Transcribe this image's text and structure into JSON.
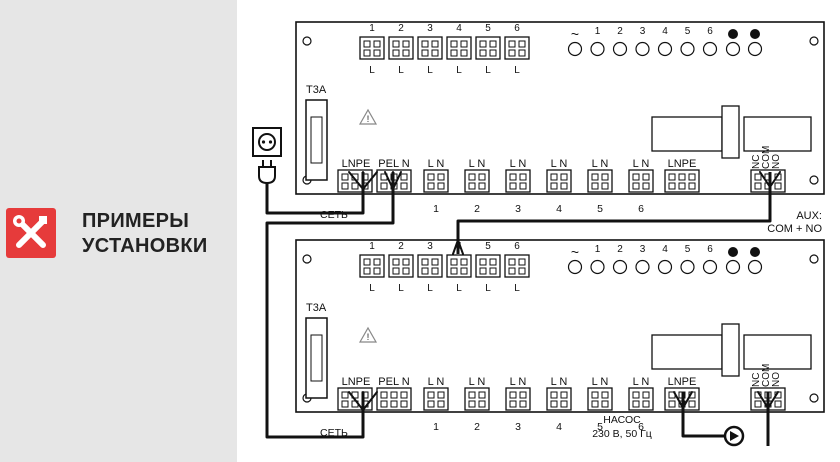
{
  "sidebar": {
    "title_line1": "ПРИМЕРЫ",
    "title_line2": "УСТАНОВКИ",
    "icon": "tools-icon",
    "accent_color": "#e63b3b"
  },
  "controller": {
    "zone_numbers": [
      "1",
      "2",
      "3",
      "4",
      "5",
      "6"
    ],
    "zone_letter": "L",
    "fuse_label": "T3A",
    "power_terminal_label": "LNPE",
    "pump_terminal_label": "PEL N",
    "output_label": "L N",
    "output_numbers": [
      "1",
      "2",
      "3",
      "4",
      "5",
      "6"
    ],
    "led_labels": [
      "~",
      "1",
      "2",
      "3",
      "4",
      "5",
      "6"
    ],
    "aux_labels": [
      "NC",
      "COM",
      "NO"
    ],
    "mains_label": "СЕТЬ"
  },
  "annotations": {
    "aux": "AUX:",
    "aux_detail": "COM + NO",
    "pump": "НАСОС",
    "pump_spec": "230 В, 50 Гц"
  }
}
